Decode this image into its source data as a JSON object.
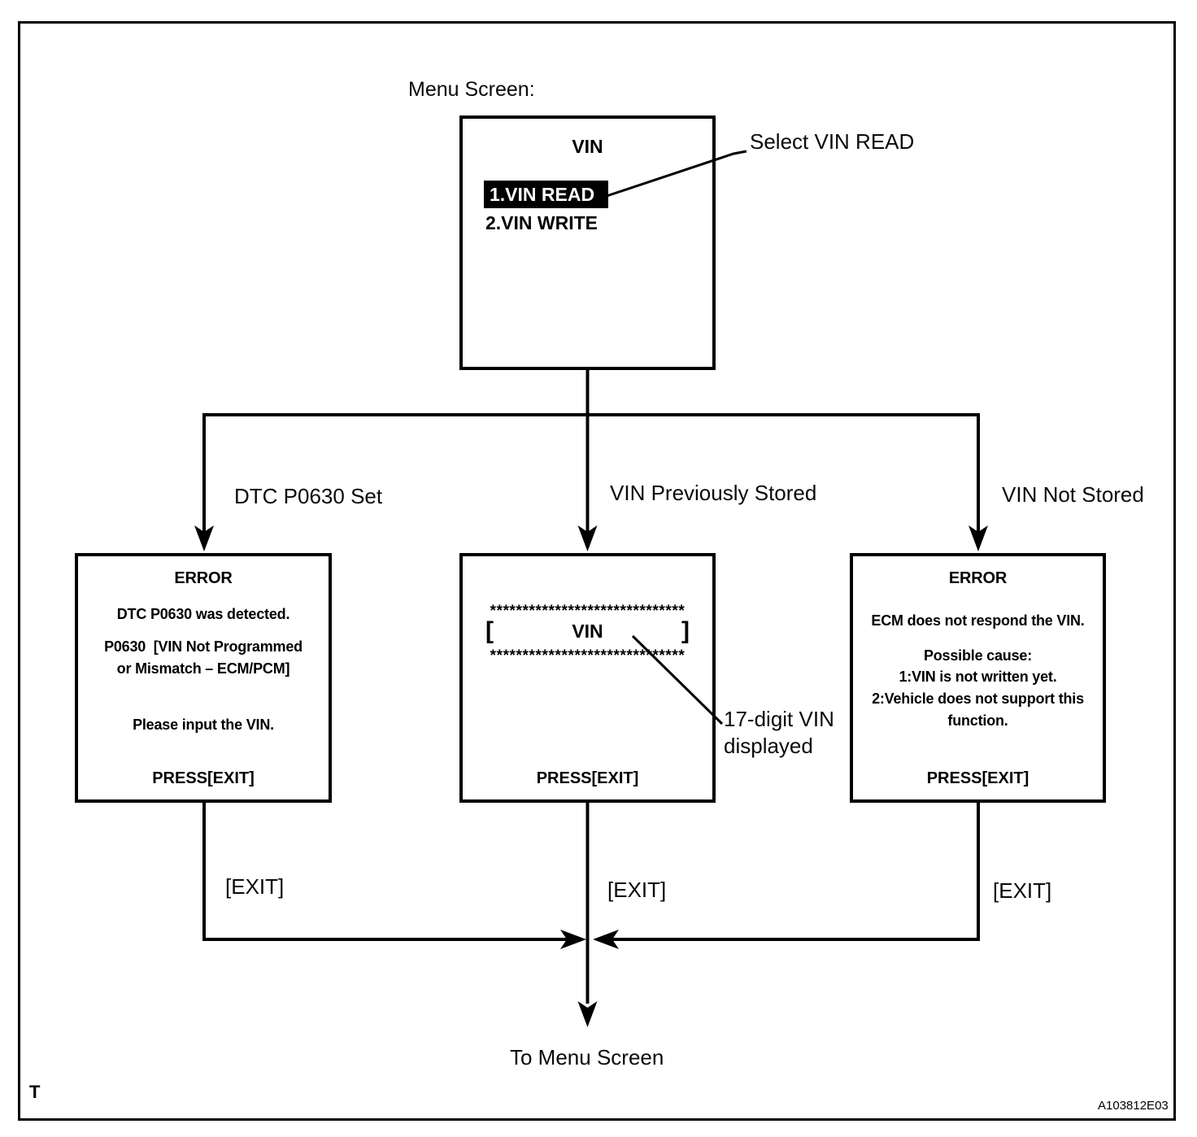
{
  "page": {
    "corner_mark": "T",
    "figure_code": "A103812E03"
  },
  "menu_screen": {
    "caption": "Menu Screen:",
    "title": "VIN",
    "item_read": "1.VIN READ",
    "item_write": "2.VIN WRITE",
    "callout": "Select VIN READ"
  },
  "branch_labels": {
    "dtc_set": "DTC P0630 Set",
    "vin_stored": "VIN Previously Stored",
    "vin_not_stored": "VIN Not Stored"
  },
  "dtc_error_screen": {
    "title": "ERROR",
    "line_detected": "DTC P0630 was detected.",
    "line_code_1": "P0630  [VIN Not Programmed",
    "line_code_2": "or Mismatch – ECM/PCM]",
    "line_input": "Please input the VIN.",
    "press": "PRESS[EXIT]"
  },
  "vin_screen": {
    "stars": "******************************",
    "bracket_open": "[",
    "vin_label": "VIN",
    "bracket_close": "]",
    "press": "PRESS[EXIT]",
    "callout_line_1": "17-digit VIN",
    "callout_line_2": "displayed"
  },
  "ecm_error_screen": {
    "title": "ERROR",
    "line_respond": "ECM does not respond the VIN.",
    "line_cause": "Possible cause:",
    "line_cause_1": "1:VIN is not written yet.",
    "line_cause_2": "2:Vehicle does not support this",
    "line_cause_3": "function.",
    "press": "PRESS[EXIT]"
  },
  "exit_labels": {
    "left": "[EXIT]",
    "middle": "[EXIT]",
    "right": "[EXIT]"
  },
  "footer_label": "To Menu Screen"
}
